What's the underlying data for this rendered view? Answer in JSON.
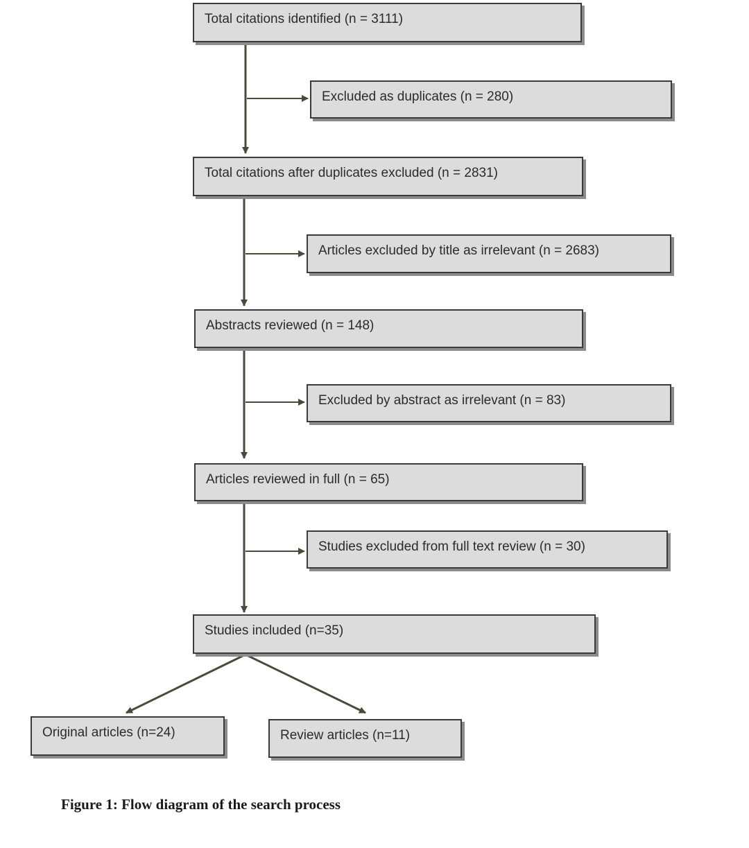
{
  "nodes": {
    "total_identified": "Total citations  identified  (n = 3111)",
    "excluded_duplicates": "Excluded  as duplicates  (n = 280)",
    "after_duplicates": "Total citations  after duplicates  excluded  (n = 2831)",
    "excluded_title": "Articles excluded  by title  as irrelevant (n = 2683)",
    "abstracts_reviewed": "Abstracts reviewed (n = 148)",
    "excluded_abstract": "Excluded  by abstract as irrelevant (n = 83)",
    "full_review": "Articles reviewed in full  (n = 65)",
    "excluded_full_text": "Studies  excluded  from full  text review (n = 30)",
    "studies_included": "Studies  included  (n=35)",
    "original_articles": "Original articles (n=24)",
    "review_articles": "Review articles  (n=11)"
  },
  "caption": "Figure 1: Flow diagram of the search  process",
  "colors": {
    "box_fill": "#dcdcdc",
    "box_border": "#3a3a3a",
    "box_shadow": "#8c8c8c",
    "connector": "#4a4a3c"
  }
}
